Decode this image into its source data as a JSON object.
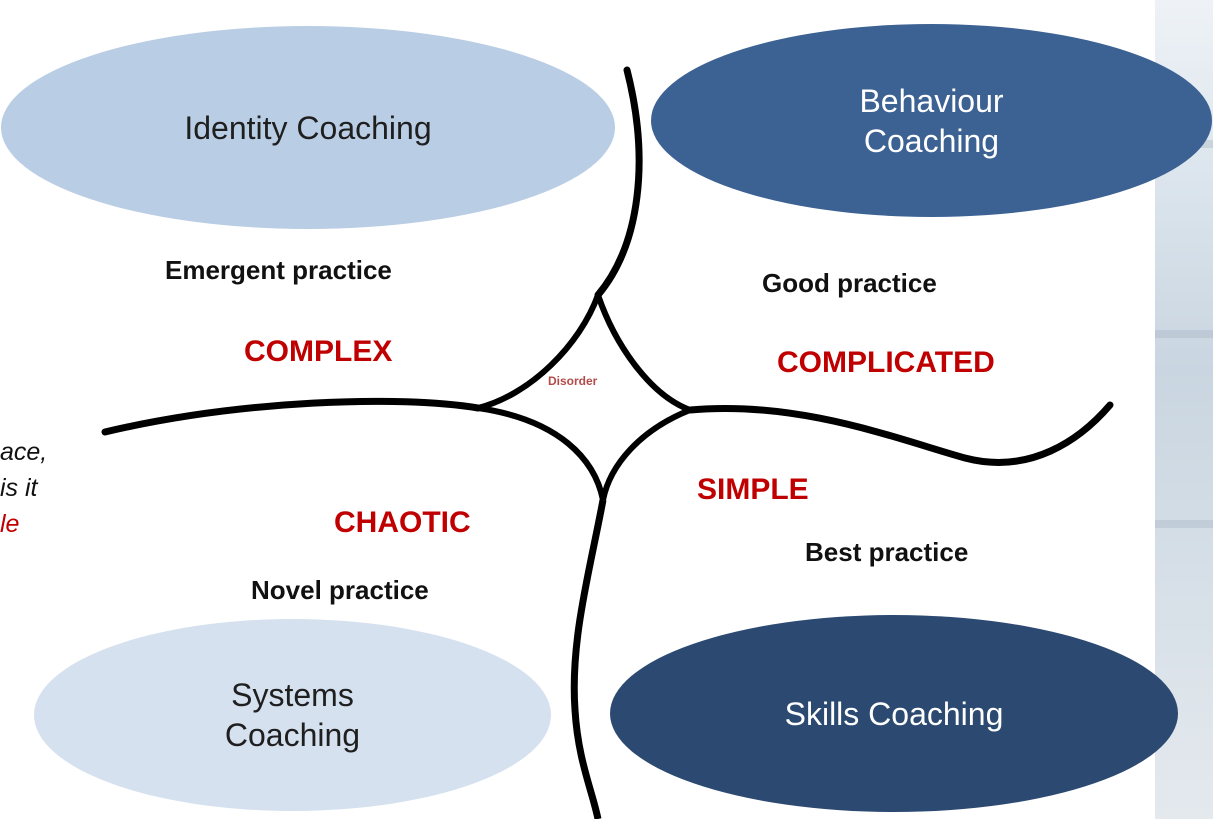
{
  "ellipses": {
    "identity": "Identity Coaching",
    "behaviour": [
      "Behaviour",
      "Coaching"
    ],
    "systems": [
      "Systems",
      "Coaching"
    ],
    "skills": "Skills Coaching"
  },
  "practices": {
    "emergent": "Emergent practice",
    "good": "Good practice",
    "novel": "Novel practice",
    "best": "Best practice"
  },
  "domains": {
    "complex": "COMPLEX",
    "complicated": "COMPLICATED",
    "chaotic": "CHAOTIC",
    "simple": "SIMPLE",
    "disorder": "Disorder"
  },
  "side_text": [
    "ace,",
    "is it",
    "le"
  ],
  "colors": {
    "identity_fill": "#b9cde5",
    "behaviour_fill": "#3c6193",
    "systems_fill": "#d5e1ef",
    "skills_fill": "#2c4a71",
    "domain_red": "#c00000",
    "line": "#000000"
  }
}
